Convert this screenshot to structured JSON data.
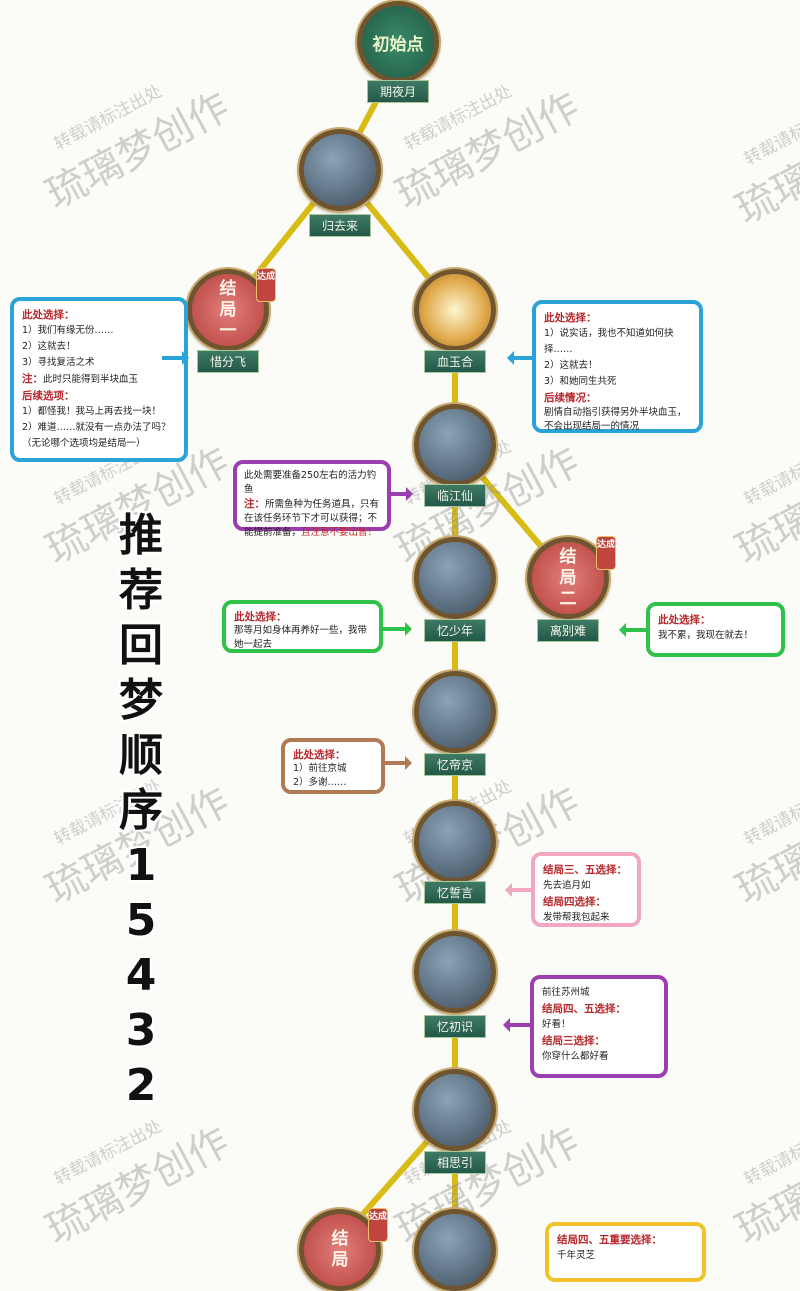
{
  "watermark": {
    "line1": "转载请标注出处",
    "line2": "琉璃梦创作"
  },
  "title_vertical": [
    "推",
    "荐",
    "回",
    "梦",
    "顺",
    "序",
    "1",
    "5",
    "4",
    "3",
    "2"
  ],
  "nodes": {
    "start": {
      "text": "初始点",
      "label": "期夜月"
    },
    "guiqulai": {
      "label": "归去来"
    },
    "end1": {
      "text1": "结",
      "text2": "局",
      "text3": "一",
      "badge": "达成",
      "label": "惜分飞"
    },
    "xueyuhe": {
      "label": "血玉合"
    },
    "linjiangxian": {
      "label": "临江仙"
    },
    "yishaonian": {
      "label": "忆少年"
    },
    "end2": {
      "text1": "结",
      "text2": "局",
      "text3": "二",
      "badge": "达成",
      "label": "离别难"
    },
    "yidijing": {
      "label": "忆帝京"
    },
    "yishiyan": {
      "label": "忆誓言"
    },
    "yichushi": {
      "label": "忆初识"
    },
    "xiangsiyin": {
      "label": "相思引"
    },
    "end_bottom": {
      "text1": "结",
      "text2": "局",
      "badge": "达成"
    }
  },
  "boxes": {
    "blue_left": {
      "h1": "此处选择：",
      "l1": "1）我们有缘无份……",
      "l2": "2）这就去！",
      "l3": "3）寻找复活之术",
      "note_h": "注：",
      "note": "此时只能得到半块血玉",
      "h2": "后续选项：",
      "l4": "1）都怪我！我马上再去找一块！",
      "l5": "2）难道……就没有一点办法了吗？",
      "l6": "（无论哪个选项均是结局一）"
    },
    "blue_right": {
      "h1": "此处选择：",
      "l1": "1）说实话，我也不知道如何抉择……",
      "l2": "2）这就去！",
      "l3": "3）和她同生共死",
      "h2": "后续情况：",
      "l4": "剧情自动指引获得另外半块血玉，不会出现结局一的情况"
    },
    "purple": {
      "l1": "此处需要准备250左右的活力钓鱼",
      "note_h": "注：",
      "l2": "所需鱼种为任务道具，只有在该任务环节下才可以获得；不能提前准备，",
      "warn": "且注意不要出售！"
    },
    "green_left": {
      "h1": "此处选择：",
      "l1": "那等月如身体再养好一些，我带她一起去"
    },
    "green_right": {
      "h1": "此处选择：",
      "l1": "我不累，我现在就去！"
    },
    "brown": {
      "h1": "此处选择：",
      "l1": "1）前往京城",
      "l2": "2）多谢……"
    },
    "pink": {
      "h1": "结局三、五选择：",
      "l1": "先去追月如",
      "h2": "结局四选择：",
      "l2": "发带帮我包起来"
    },
    "purple2": {
      "l0": "前往苏州城",
      "h1": "结局四、五选择：",
      "l1": "好看！",
      "h2": "结局三选择：",
      "l2": "你穿什么都好看"
    },
    "yellow": {
      "h1": "结局四、五重要选择：",
      "l1": "千年灵芝"
    }
  },
  "colors": {
    "blue": "#29a3d8",
    "purple": "#9b3fb0",
    "green": "#2fc24a",
    "brown": "#b07a55",
    "pink": "#f0a8c0",
    "yellow": "#f0c428",
    "path": "#e6cc1e"
  }
}
